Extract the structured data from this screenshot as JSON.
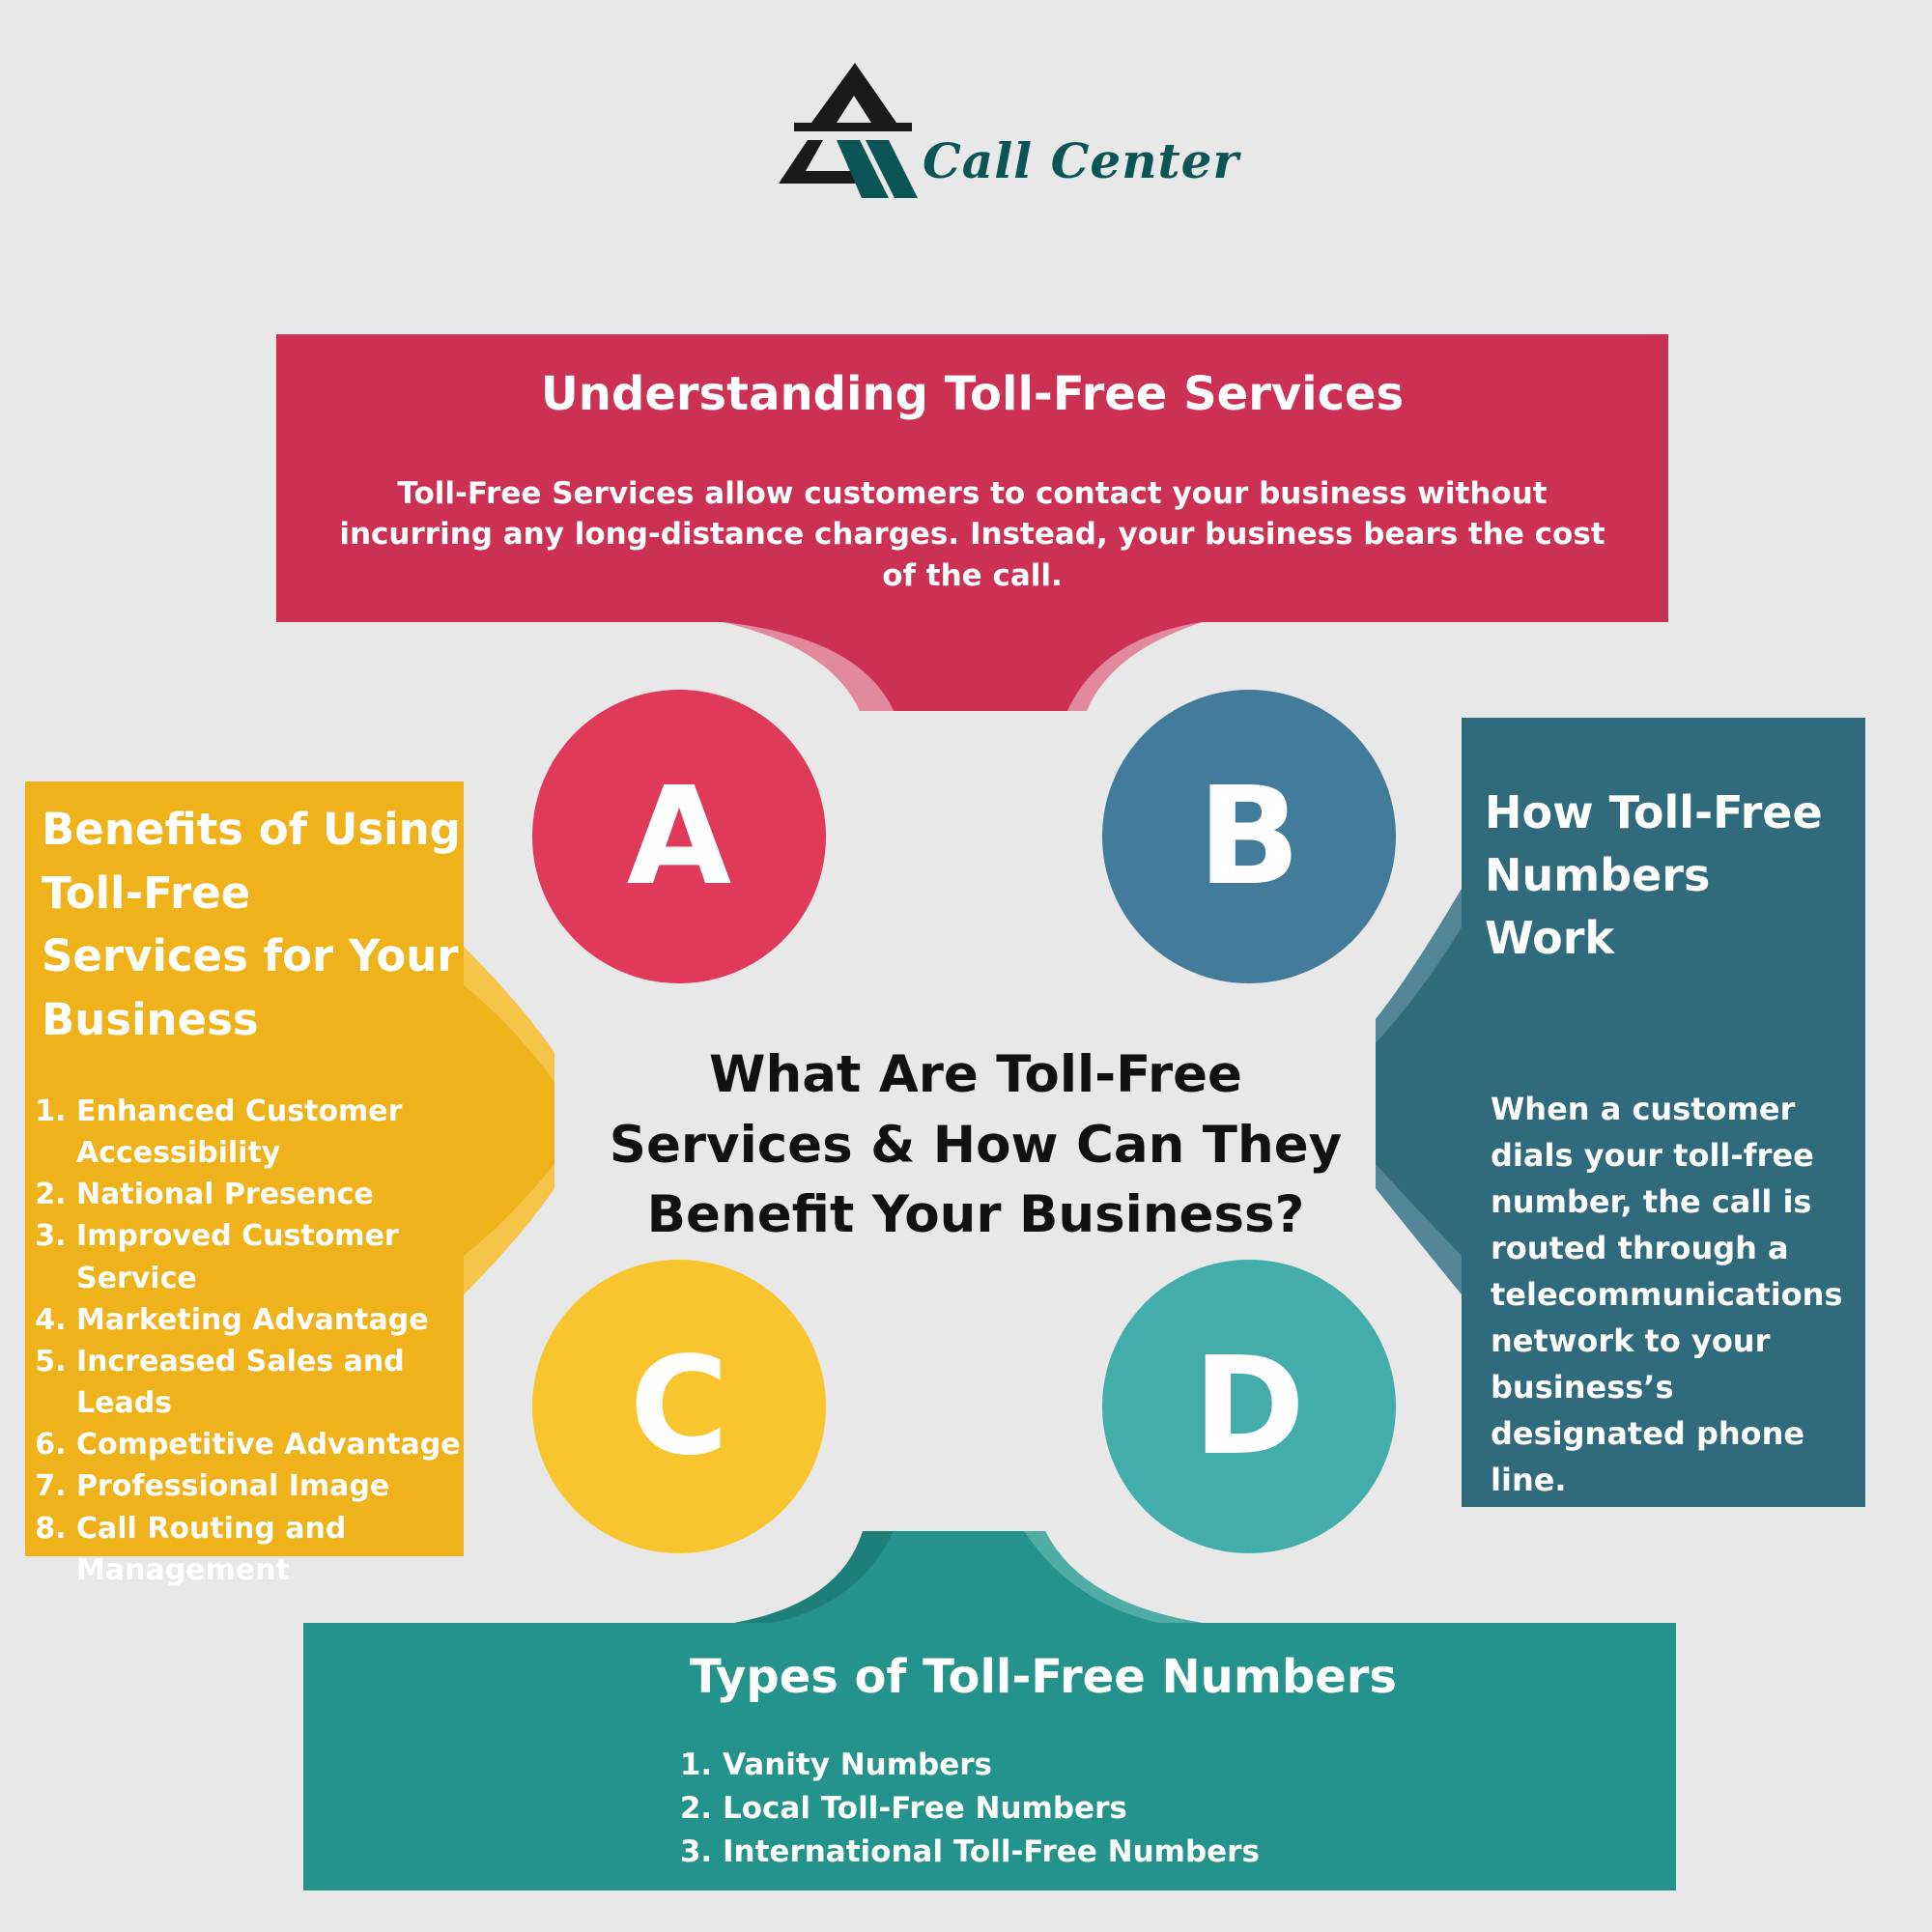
{
  "logo": {
    "icon": "triangle-a-icon",
    "text": "Call Center",
    "colors": {
      "dark": "#1a1a1a",
      "teal": "#0c5556"
    }
  },
  "center": {
    "title": "What Are Toll-Free Services & How Can They Benefit Your Business?"
  },
  "circles": {
    "a": {
      "letter": "A",
      "color": "#e03a5a"
    },
    "b": {
      "letter": "B",
      "color": "#437b9a"
    },
    "c": {
      "letter": "C",
      "color": "#f9c52e"
    },
    "d": {
      "letter": "D",
      "color": "#43adac"
    }
  },
  "sections": {
    "top": {
      "title": "Understanding Toll-Free Services",
      "text": "Toll-Free Services allow customers to contact your business without incurring any long-distance charges. Instead, your business bears the cost of the call.",
      "color": "#cc3153"
    },
    "left": {
      "title": "Benefits of Using Toll-Free Services for Your Business",
      "items": [
        "Enhanced Customer Accessibility",
        "National Presence",
        "Improved Customer Service",
        "Marketing Advantage",
        "Increased Sales and Leads",
        "Competitive Advantage",
        "Professional Image",
        "Call Routing and Management"
      ],
      "color": "#f0b21a"
    },
    "right": {
      "title": "How Toll-Free Numbers Work",
      "text": "When a customer dials your toll-free number, the call is routed through a telecommunications network to your business’s designated phone line.",
      "color": "#2f6b7c"
    },
    "bottom": {
      "title": "Types of Toll-Free Numbers",
      "items": [
        "Vanity Numbers",
        "Local Toll-Free Numbers",
        "International Toll-Free Numbers"
      ],
      "color": "#23938b"
    }
  }
}
